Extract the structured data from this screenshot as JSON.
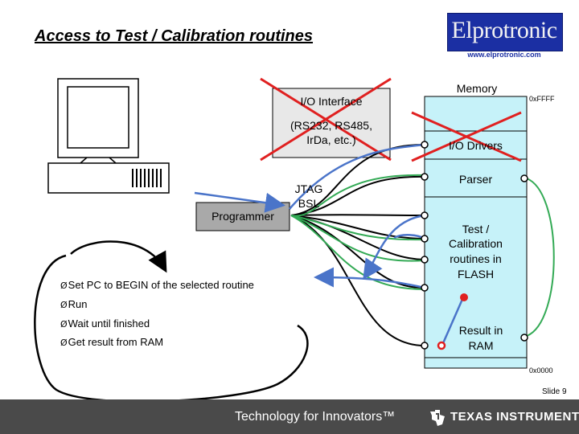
{
  "title": "Access to Test / Calibration routines",
  "logo": {
    "text": "Elprotronic",
    "url": "www.elprotronic.com"
  },
  "interface_box": {
    "line1": "I/O Interface",
    "line2": "(RS232, RS485,",
    "line3": "IrDa, etc.)"
  },
  "programmer_label": "Programmer",
  "jtag_label": {
    "line1": "JTAG",
    "line2": "BSL"
  },
  "memory": {
    "title": "Memory",
    "top_address": "0xFFFF",
    "bottom_address": "0x0000",
    "io_drivers": "I/O Drivers",
    "parser": "Parser",
    "test_routines": {
      "line1": "Test /",
      "line2": "Calibration",
      "line3": "routines in",
      "line4": "FLASH"
    },
    "result": {
      "line1": "Result in",
      "line2": "RAM"
    }
  },
  "steps": [
    "Set PC to BEGIN of the selected routine",
    "Run",
    "Wait until finished",
    "Get result from RAM"
  ],
  "bullet_mark": "Ø",
  "slide_number": "Slide 9",
  "footer": {
    "tagline": "Technology for Innovators™",
    "company": "TEXAS INSTRUMENTS"
  },
  "colors": {
    "memory_fill": "#c6f2f9",
    "green_wire": "#33aa55",
    "blue_wire": "#4a74c9",
    "strike": "#e02020",
    "programmer_fill": "#a9a9a9",
    "footer_bg": "#4a4a4a",
    "logo_bg": "#1b2fa3"
  }
}
